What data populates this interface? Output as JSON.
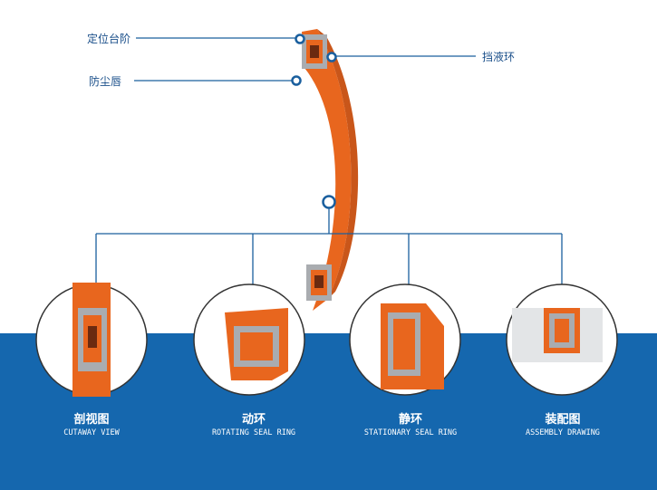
{
  "callouts": {
    "step": "定位台阶",
    "dust_lip": "防尘唇",
    "retaining_ring": "挡液环"
  },
  "views": [
    {
      "zh": "剖视图",
      "en": "CUTAWAY VIEW"
    },
    {
      "zh": "动环",
      "en": "ROTATING SEAL RING"
    },
    {
      "zh": "静环",
      "en": "STATIONARY SEAL RING"
    },
    {
      "zh": "装配图",
      "en": "ASSEMBLY DRAWING"
    }
  ],
  "colors": {
    "blue": "#1567ae",
    "orange": "#e8661e",
    "gray": "#a9acb0"
  }
}
